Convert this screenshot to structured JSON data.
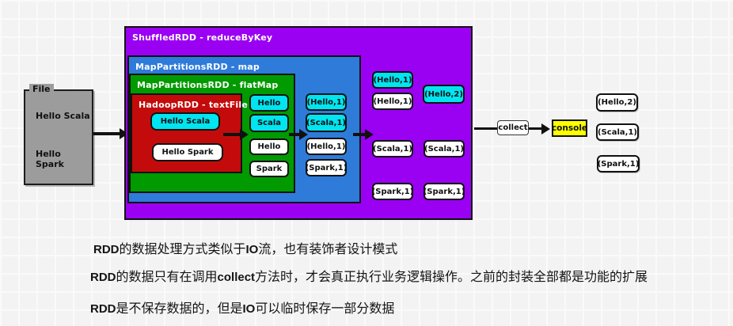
{
  "diagram": {
    "file": {
      "legend": "File",
      "lines": [
        "Hello Scala",
        "Hello Spark"
      ]
    },
    "layers": {
      "shuffled": {
        "title": "ShuffledRDD - reduceByKey",
        "color": "#9a01f2"
      },
      "map": {
        "title": "MapPartitionsRDD - map",
        "color": "#2e7bd9"
      },
      "flatmap": {
        "title": "MapPartitionsRDD - flatMap",
        "color": "#019a01"
      },
      "hadoop": {
        "title": "HadoopRDD - textFile",
        "color": "#c30b0b"
      }
    },
    "hadoop_tokens": [
      {
        "text": "Hello Scala",
        "highlight": true
      },
      {
        "text": "Hello Spark",
        "highlight": false
      }
    ],
    "flatmap_tokens": [
      {
        "text": "Hello",
        "highlight": true
      },
      {
        "text": "Scala",
        "highlight": true
      },
      {
        "text": "Hello",
        "highlight": false
      },
      {
        "text": "Spark",
        "highlight": false
      }
    ],
    "map_tokens": [
      {
        "text": "(Hello,1)",
        "highlight": true
      },
      {
        "text": "(Scala,1)",
        "highlight": true
      },
      {
        "text": "(Hello,1)",
        "highlight": false
      },
      {
        "text": "(Spark,1)",
        "highlight": false
      }
    ],
    "reduce_left_tokens": [
      {
        "text": "(Hello,1)",
        "highlight": true
      },
      {
        "text": "(Hello,1)",
        "highlight": false
      },
      {
        "text": "(Scala,1)",
        "highlight": false
      },
      {
        "text": "(Spark,1)",
        "highlight": false
      }
    ],
    "reduce_right_tokens": [
      {
        "text": "(Hello,2)",
        "highlight": true
      },
      {
        "text": "(Scala,1)",
        "highlight": false
      },
      {
        "text": "(Spark,1)",
        "highlight": false
      }
    ],
    "collect_label": "collect",
    "console_label": "console",
    "output_tokens": [
      {
        "text": "(Hello,2)"
      },
      {
        "text": "(Scala,1)"
      },
      {
        "text": "(Spark,1)"
      }
    ],
    "colors": {
      "highlight_cyan": "#00e5f0",
      "console_yellow": "#ffff00",
      "file_gray": "#9c9c9c",
      "arrow_black": "#111111"
    }
  },
  "notes": {
    "line1": {
      "seg0": "RDD",
      "seg1": "的数据处理方式类似于",
      "seg2": "IO",
      "seg3": "流，也有装饰者设计模式"
    },
    "line2": {
      "seg0": "RDD",
      "seg1": "的数据只有在调用",
      "seg2": "collect",
      "seg3": "方法时，才会真正执行业务逻辑操作。之前的封装全部都是功能的扩展"
    },
    "line3": {
      "seg0": "RDD",
      "seg1": "是不保存数据的，但是",
      "seg2": "IO",
      "seg3": "可以临时保存一部分数据"
    }
  }
}
